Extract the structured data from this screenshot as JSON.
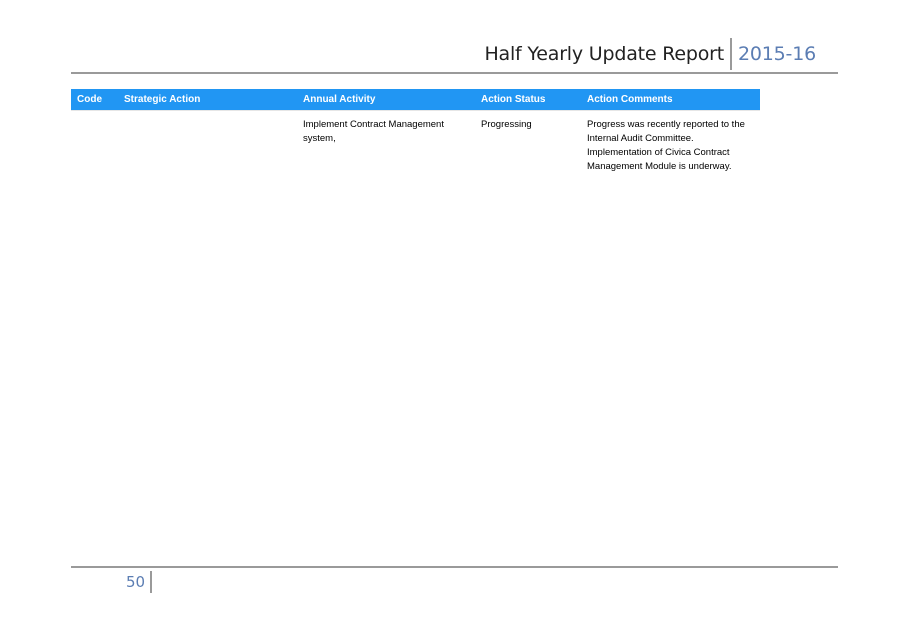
{
  "header": {
    "title": "Half Yearly Update Report",
    "year": "2015-16"
  },
  "table": {
    "columns": [
      "Code",
      "Strategic Action",
      "Annual Activity",
      "Action Status",
      "Action Comments"
    ],
    "rows": [
      {
        "code": "",
        "strategic_action": "",
        "annual_activity_lines": [
          "Implement Contract Management",
          "system,"
        ],
        "action_status": "Progressing",
        "action_comments_lines": [
          "Progress was recently reported to the",
          "Internal Audit Committee.",
          "Implementation of Civica Contract",
          "Management Module is underway."
        ]
      }
    ]
  },
  "footer": {
    "page_number": "50"
  }
}
